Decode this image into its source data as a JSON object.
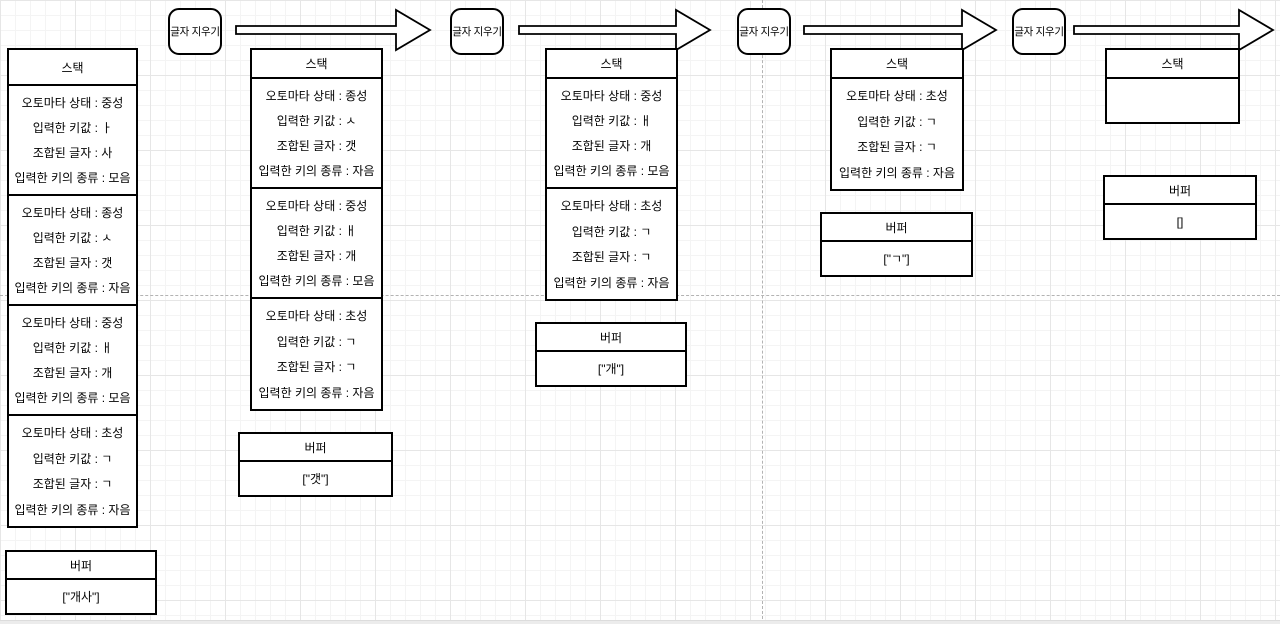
{
  "colors": {
    "shape_border": "#000000",
    "shape_fill": "#ffffff",
    "page_break": "#b3b3b3",
    "grid": "#f0f0f0"
  },
  "erase_labels": [
    "글자 지우기",
    "글자 지우기",
    "글자 지우기",
    "글자 지우기"
  ],
  "stacks": [
    {
      "title": "스택",
      "entries": [
        {
          "lines": [
            "오토마타 상태 : 중성",
            "입력한 키값 : ㅏ",
            "조합된 글자 : 사",
            "입력한 키의 종류 : 모음"
          ]
        },
        {
          "lines": [
            "오토마타 상태 : 종성",
            "입력한 키값 : ㅅ",
            "조합된 글자 : 갯",
            "입력한 키의 종류 : 자음"
          ]
        },
        {
          "lines": [
            "오토마타 상태 : 중성",
            "입력한 키값 : ㅐ",
            "조합된 글자 : 개",
            "입력한 키의 종류 : 모음"
          ]
        },
        {
          "lines": [
            "오토마타 상태 : 초성",
            "입력한 키값 : ㄱ",
            "조합된 글자 : ㄱ",
            "입력한 키의 종류 : 자음"
          ]
        }
      ]
    },
    {
      "title": "스택",
      "entries": [
        {
          "lines": [
            "오토마타 상태 : 종성",
            "입력한 키값 : ㅅ",
            "조합된 글자 : 갯",
            "입력한 키의 종류 : 자음"
          ]
        },
        {
          "lines": [
            "오토마타 상태 : 중성",
            "입력한 키값 : ㅐ",
            "조합된 글자 : 개",
            "입력한 키의 종류 : 모음"
          ]
        },
        {
          "lines": [
            "오토마타 상태 : 초성",
            "입력한 키값 : ㄱ",
            "조합된 글자 : ㄱ",
            "입력한 키의 종류 : 자음"
          ]
        }
      ]
    },
    {
      "title": "스택",
      "entries": [
        {
          "lines": [
            "오토마타 상태 : 중성",
            "입력한 키값 : ㅐ",
            "조합된 글자 : 개",
            "입력한 키의 종류 : 모음"
          ]
        },
        {
          "lines": [
            "오토마타 상태 : 초성",
            "입력한 키값 : ㄱ",
            "조합된 글자 : ㄱ",
            "입력한 키의 종류 : 자음"
          ]
        }
      ]
    },
    {
      "title": "스택",
      "entries": [
        {
          "lines": [
            "오토마타 상태 : 초성",
            "입력한 키값 : ㄱ",
            "조합된 글자 : ㄱ",
            "입력한 키의 종류 : 자음"
          ]
        }
      ]
    },
    {
      "title": "스택",
      "entries": []
    }
  ],
  "buffers": [
    {
      "title": "버퍼",
      "value": "[\"개사\"]"
    },
    {
      "title": "버퍼",
      "value": "[\"갯\"]"
    },
    {
      "title": "버퍼",
      "value": "[\"개\"]"
    },
    {
      "title": "버퍼",
      "value": "[\"ㄱ\"]"
    },
    {
      "title": "버퍼",
      "value": "[]"
    }
  ]
}
